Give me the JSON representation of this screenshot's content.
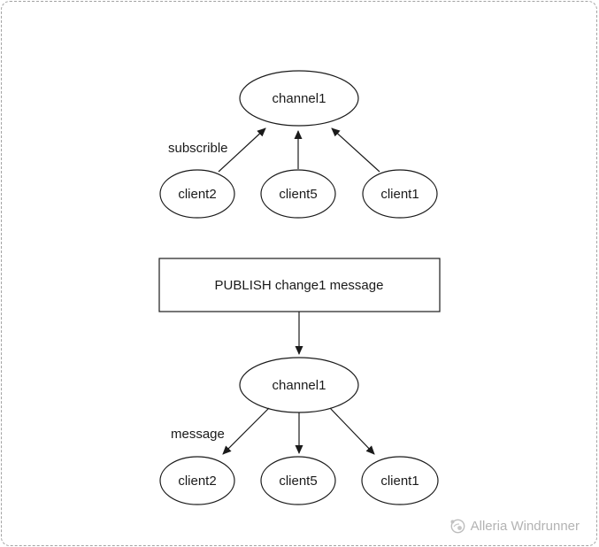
{
  "page": {
    "background": "#ffffff",
    "border_color": "#a3a3a3",
    "line_color": "#1a1a1a",
    "text_color": "#1a1a1a",
    "watermark_color": "#b3b3b3"
  },
  "diagram": {
    "subscribe": {
      "channel": "channel1",
      "label": "subscrible",
      "clients": [
        "client2",
        "client5",
        "client1"
      ],
      "arrow_direction": "clients-to-channel"
    },
    "publish_box_label": "PUBLISH change1 message",
    "publish": {
      "channel": "channel1",
      "label": "message",
      "clients": [
        "client2",
        "client5",
        "client1"
      ],
      "arrow_direction": "channel-to-clients"
    }
  },
  "watermark": {
    "author": "Alleria Windrunner",
    "icon": "panda-logo-icon"
  }
}
